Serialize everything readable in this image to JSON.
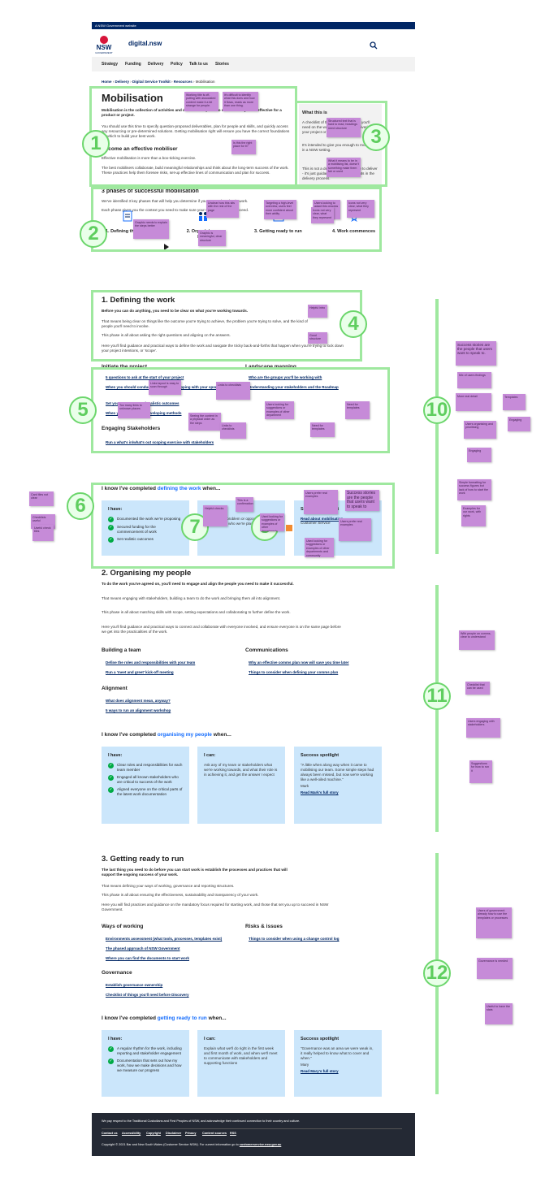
{
  "gov_bar": "A NSW Government website",
  "header": {
    "logo_text": "NSW",
    "logo_sub": "GOVERNMENT",
    "site_name": "digital.nsw"
  },
  "nav": [
    "Strategy",
    "Funding",
    "Delivery",
    "Policy",
    "Talk to us",
    "Stories"
  ],
  "breadcrumb": [
    "Home",
    "Delivery",
    "Digital Service Toolkit",
    "Resources",
    "Mobilisation"
  ],
  "intro": {
    "title": "Mobilisation",
    "lead": "Mobilisation is the collection of activities and decisions required to make delivery more effective for a product or project.",
    "p1": "You should use this time to specify question-proposed deliverables, plan for people and skills, and quickly access any resourcing or pre-determined solutions. Getting mobilisation right will ensure you have the correct foundations on which to build your best work.",
    "subhead": "Become an effective mobiliser",
    "p2": "Effective mobilisation is more than a box-ticking exercise.",
    "p3": "The best mobilisers collaborate, build meaningful relationships and think about the long-term success of the work. These practices help them foresee risks, set-up effective lines of communication and plan for success."
  },
  "what_this_is": {
    "title": "What this is",
    "p1": "A checklist of the practical activities you'll need on the way to successfully delivering your project or product.",
    "p2": "It's intended to give you enough to mobilise, in a NSW setting.",
    "p3": "This is not a definitive guide on how to deliver - it's just guidance to use as elements in the delivery process."
  },
  "phases": {
    "title": "3 phases of successful mobilisation",
    "p1": "We've identified 3 key phases that will help you determine if you are ready to begin work.",
    "p2": "Each phase gives you the context you need to make sure your work is set up to succeed.",
    "steps": [
      "1. Defining the work",
      "2. Organising my people",
      "3. Getting ready to run",
      "4. Work commences"
    ]
  },
  "section1": {
    "title": "1. Defining the work",
    "lead": "Before you can do anything, you need to be clear on what you're working towards.",
    "p1": "That means being clear on things like the outcome you're trying to achieve, the problem you're trying to solve, and the kind of people you'll need to involve.",
    "p2": "This phase is all about asking the right questions and aligning on the answers.",
    "p3": "Here you'll find guidance and practical ways to define the work and navigate the tricky back-and-forths that happen when you're trying to lock down your project intentions, or 'scope'.",
    "col1_title": "Initiate the project",
    "col1_links": [
      "5 questions to ask at the start of your project",
      "When you should conduct a Landscape Mapping with your sponsor",
      "Set your outcomes and realistic outcomes",
      "When you should start developing methods"
    ],
    "col2_title": "Landscape mapping",
    "col2_links": [
      "Who are the groups you'll be working with",
      "Understanding your stakeholders and the Roadmap"
    ],
    "col3_title": "Engaging Stakeholders",
    "col3_links": [
      "Run a what's in/what's out scoping exercise with stakeholders"
    ],
    "complete_prefix": "I know I've completed ",
    "complete_highlight": "defining the work",
    "complete_suffix": " when...",
    "card1_title": "I have:",
    "card1_items": [
      "Documented the work we're proposing",
      "Secured funding for the commencement of work",
      "Set realistic outcomes"
    ],
    "card2_title": "I can:",
    "card2_text": "Articulate the problem or opportunity, the outcomes and who we're planning to involve.",
    "card3_title": "Success spotlight",
    "card3_text": "Customer Service",
    "card3_link": "Read about mobilisation"
  },
  "section2": {
    "title": "2. Organising my people",
    "lead": "To do the work you've agreed on, you'll need to engage and align the people you need to make it successful.",
    "p1": "That means engaging with stakeholders, building a team to do the work and bringing them all into alignment.",
    "p2": "This phase is all about matching skills with scope, setting expectations and collaborating to further define the work.",
    "p3": "Here you'll find guidance and practical ways to connect and collaborate with everyone involved, and ensure everyone is on the same page before we get into the practicalities of the work.",
    "col1_title": "Building a team",
    "col1_links": [
      "Define the roles and responsibilities with your team",
      "Run a 'meet and greet' kick-off meeting"
    ],
    "col2_title": "Communications",
    "col2_links": [
      "Why an effective comms plan now will save you time later",
      "Things to consider when defining your comms plan"
    ],
    "col3_title": "Alignment",
    "col3_links": [
      "What does alignment mean, anyway?",
      "5 ways to run an alignment workshop"
    ],
    "complete_prefix": "I know I've completed ",
    "complete_highlight": "organising my people",
    "complete_suffix": " when...",
    "card1_title": "I have:",
    "card1_items": [
      "Clear roles and responsibilities for each team member",
      "Engaged all known stakeholders who are critical to success of the work",
      "Aligned everyone on the critical parts of the latest work documentation"
    ],
    "card2_title": "I can:",
    "card2_text": "Ask any of my team or stakeholders what we're working towards, and what their role is in achieving it, and get the answer I expect",
    "card3_title": "Success spotlight",
    "card3_text": "\"A little when along way when it came to mobilising our team. Some simple steps had always been missed, but now we're working like a well-oiled machine.\"",
    "card3_name": "Mark",
    "card3_link": "Read Mark's full story"
  },
  "section3": {
    "title": "3. Getting ready to run",
    "lead": "The last thing you need to do before you can start work is establish the processes and practices that will support the ongoing success of your work.",
    "p1": "That means defining your ways of working, governance and reporting structures.",
    "p2": "This phase is all about ensuring the effectiveness, sustainability and transparency of your work.",
    "p3": "Here you will find practices and guidance on the mandatory focus required for starting work, and those that set you up to succeed in NSW Government.",
    "col1_title": "Ways of working",
    "col1_links": [
      "Environments assessment (what tools, processes, templates exist)",
      "The phased approach of NSW Government",
      "Where you can find the documents to start work"
    ],
    "col2_title": "Risks & issues",
    "col2_links": [
      "Things to consider when using a change control log"
    ],
    "col3_title": "Governance",
    "col3_links": [
      "Establish governance ownership",
      "Checklist of things you'll need before Discovery"
    ],
    "complete_prefix": "I know I've completed ",
    "complete_highlight": "getting ready to run",
    "complete_suffix": " when...",
    "card1_title": "I have:",
    "card1_items": [
      "A regular rhythm for the work, including reporting and stakeholder engagement",
      "Documentation that sets out how my work, how we make decisions and how we measure our progress"
    ],
    "card2_title": "I can:",
    "card2_text": "Explain what we'll do right in the first week and first month of work, and when we'll meet to communicate with stakeholders and supporting functions",
    "card3_title": "Success spotlight",
    "card3_text": "\"Governance was an area we were weak in, it really helped to know what to cover and when.\"",
    "card3_name": "Mary",
    "card3_link": "Read Mary's full story"
  },
  "footer": {
    "ack": "We pay respect to the Traditional Custodians and First Peoples of NSW, and acknowledge their continued connection to their country and culture.",
    "links": [
      "Contact us",
      "Accessibility",
      "Copyright",
      "Disclaimer",
      "Privacy",
      "Content sources",
      "RSS"
    ],
    "copyright": "Copyright © 2021 Bar and New South Wales (Customer Service NSW). For current information go to ",
    "copyright_link": "customerservice.nsw.gov.au"
  },
  "annotations": [
    "1",
    "2",
    "3",
    "4",
    "5",
    "6",
    "7",
    "8",
    "10",
    "11",
    "12"
  ],
  "stickies": {
    "s_mob1": "Working title is off-putting with associated content make it a bit strange for people.",
    "s_mob2": "It's difficult to identify what this does and how it flows, reads as more than one thing.",
    "s_mob3": "Is this the right place for it?",
    "s_what1": "Structured text that is hard to read, headings need structure",
    "s_what2": "What it means to be in a mobilising list, doesn't something make them fair or used",
    "s_ph1": "Unclear how this sits with the rest of the page",
    "s_ph2": "Graphic needs to explain the steps better",
    "s_ph3": "Graphic is meaningful, clear structure",
    "s_ph4": "Targeting a high-level overview, users feel more confident about their ability",
    "s_ph5": "Users looking to adapt this process into their own flows",
    "s_ph6": "Icons not very clear, what they represent",
    "s_d1": "Helpful intro",
    "s_d2": "Good structure",
    "s_l1": "Links layout is easy to scan through",
    "s_l2": "Too many links to unknown places",
    "s_l3": "Seeing the content in a physical order as the steps",
    "s_l4": "Links to checklists",
    "s_l5": "Users looking for suggestions or examples of other department",
    "s_l6": "Need for templates",
    "s_c1": "Helpful checks",
    "s_c2": "Used looking for suggestions or examples of other departments and community",
    "s_c3": "Success stories are the people that users want to speak to",
    "s_c4": "This is a confirmation",
    "s_c5": "Users prefer real examples",
    "s_left1": "Card tiles not clear",
    "s_left2": "Checklists useful",
    "s_left3": "Useful check tiles",
    "s_r1": "Success stories are the people that users want to speak to.",
    "s_r2": "Mix of users findings",
    "s_r3": "More real detail",
    "s_r4": "Templates",
    "s_r5": "Users organising and prioritising",
    "s_r6": "Engaging",
    "s_r7": "Simple formatting for success figures but lack of how to start the work",
    "s_r8": "Examples for our work, with rights",
    "s_r11a": "With people on comms, clear to understand",
    "s_r11b": "Checklist that can be used",
    "s_r11c": "Users engaging with stakeholders",
    "s_r11d": "Suggestions for how to run it",
    "s_r12a": "Governance is needed",
    "s_r12b": "Users of government already how to use the templates or processes",
    "s_r12c": "Useful to have the stats"
  }
}
